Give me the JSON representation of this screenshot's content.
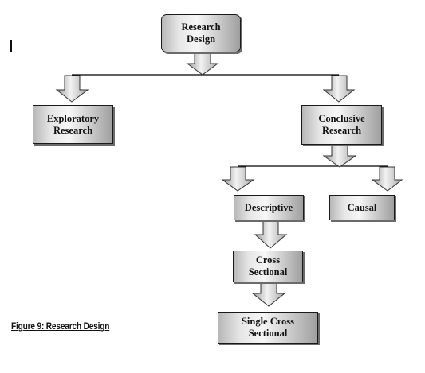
{
  "diagram": {
    "nodes": {
      "research_design": "Research\nDesign",
      "exploratory": "Exploratory\nResearch",
      "conclusive": "Conclusive\nResearch",
      "descriptive": "Descriptive",
      "causal": "Causal",
      "cross_sectional": "Cross\nSectional",
      "single_cross_sectional": "Single Cross\nSectional"
    },
    "edges": [
      [
        "research_design",
        "exploratory"
      ],
      [
        "research_design",
        "conclusive"
      ],
      [
        "conclusive",
        "descriptive"
      ],
      [
        "conclusive",
        "causal"
      ],
      [
        "descriptive",
        "cross_sectional"
      ],
      [
        "cross_sectional",
        "single_cross_sectional"
      ]
    ],
    "colors": {
      "box_border": "#1a1a1a",
      "box_fill_light": "#f7f7f7",
      "box_fill_dark": "#9f9f9f",
      "arrow_fill": "#c8c8c8",
      "line": "#000000"
    }
  },
  "caption": "Figure 9: Research Design"
}
